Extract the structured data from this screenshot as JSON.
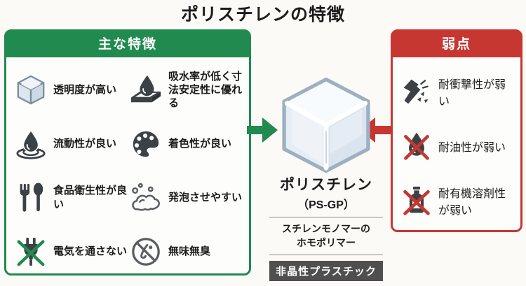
{
  "title": "ポリスチレンの特徴",
  "colors": {
    "green": "#218a4f",
    "red": "#c63732",
    "text": "#1c1c1c",
    "badge_bg": "#4f4f4f"
  },
  "left_panel": {
    "header": "主な特徴",
    "items": [
      {
        "icon": "cube-icon",
        "label": "透明度が高い"
      },
      {
        "icon": "water-absorption-icon",
        "label": "吸水率が低く寸法安定性に優れる"
      },
      {
        "icon": "fluidity-drop-icon",
        "label": "流動性が良い"
      },
      {
        "icon": "palette-icon",
        "label": "着色性が良い"
      },
      {
        "icon": "cutlery-icon",
        "label": "食品衛生性が良い"
      },
      {
        "icon": "foam-bubbles-icon",
        "label": "発泡させやすい"
      },
      {
        "icon": "no-electricity-plug-icon",
        "label": "電気を通さない"
      },
      {
        "icon": "no-smell-icon",
        "label": "無味無臭"
      }
    ]
  },
  "center": {
    "name": "ポリスチレン",
    "grade": "（PS-GP）",
    "description_line1": "スチレンモノマーの",
    "description_line2": "ホモポリマー",
    "badge": "非晶性プラスチック"
  },
  "right_panel": {
    "header": "弱点",
    "items": [
      {
        "icon": "hammer-impact-icon",
        "label": "耐衝撃性が弱い"
      },
      {
        "icon": "no-oil-drop-icon",
        "label": "耐油性が弱い"
      },
      {
        "icon": "no-solvent-bottle-icon",
        "label": "耐有機溶剤性が弱い"
      }
    ]
  }
}
